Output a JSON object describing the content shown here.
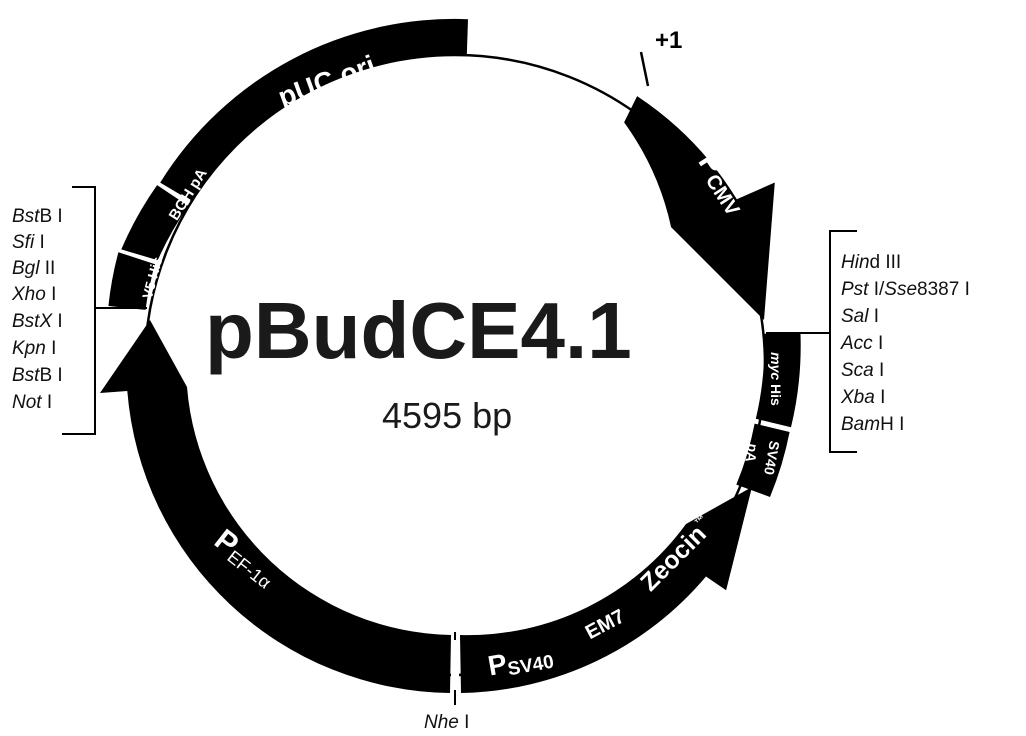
{
  "plasmid": {
    "name": "pBudCE4.1",
    "size": "4595 bp",
    "colors": {
      "feature": "#000000",
      "text": "#1a1a1a",
      "feature_text": "#ffffff"
    }
  },
  "features": {
    "puc_ori": "pUC ori",
    "pcmv_p": "P",
    "pcmv_sub": "CMV",
    "myc_italic": "myc",
    "myc_rest": " His",
    "sv40pa_line1": "SV40",
    "sv40pa_line2": "pA",
    "zeocin": "Zeocin",
    "zeocin_tm": "™",
    "em7": "EM7",
    "psv40_p": "P",
    "psv40_sub": "SV40",
    "pef_p": "P",
    "pef_sub": "EF-1α",
    "v5his": "V5 His",
    "bghpa": "BGH pA"
  },
  "markers": {
    "plus1": "+1",
    "nhe_italic": "Nhe",
    "nhe_rest": " I"
  },
  "left_mcs": [
    {
      "italic": "Bst",
      "rest": "B I"
    },
    {
      "italic": "Sfi",
      "rest": " I"
    },
    {
      "italic": "Bgl",
      "rest": " II"
    },
    {
      "italic": "Xho",
      "rest": " I"
    },
    {
      "italic": "BstX",
      "rest": " I"
    },
    {
      "italic": "Kpn",
      "rest": " I"
    },
    {
      "italic": "Bst",
      "rest": "B I"
    },
    {
      "italic": "Not",
      "rest": " I"
    }
  ],
  "right_mcs": [
    {
      "italic": "Hin",
      "rest": "d III"
    },
    {
      "italic": "Pst",
      "rest": " I/",
      "italic2": "Sse",
      "rest2": "8387 I"
    },
    {
      "italic": "Sal",
      "rest": " I"
    },
    {
      "italic": "Acc",
      "rest": " I"
    },
    {
      "italic": "Sca",
      "rest": " I"
    },
    {
      "italic": "Xba",
      "rest": " I"
    },
    {
      "italic": "Bam",
      "rest": "H I"
    }
  ]
}
